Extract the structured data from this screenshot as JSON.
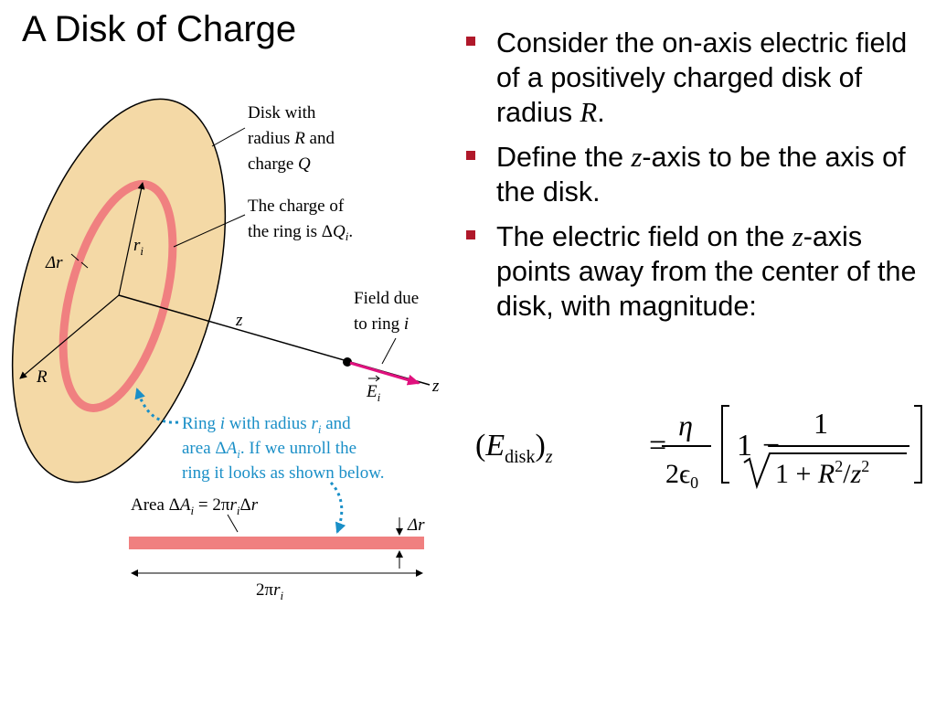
{
  "slide": {
    "title": "A Disk of Charge"
  },
  "bullets": [
    {
      "pre": "Consider the on-axis electric field of a positively charged disk of radius ",
      "var": "R",
      "post": "."
    },
    {
      "pre": "Define the ",
      "var": "z",
      "post": "-axis to be the axis of the disk."
    },
    {
      "pre": "The electric field on the ",
      "var": "z",
      "post": "-axis points away from the center of the disk, with magnitude:"
    }
  ],
  "figure": {
    "disk_label_1": "Disk with",
    "disk_label_2a": "radius ",
    "disk_label_2b": "R",
    "disk_label_2c": " and",
    "disk_label_3a": "charge ",
    "disk_label_3b": "Q",
    "ring_charge_1": "The charge of",
    "ring_charge_2a": "the ring is Δ",
    "ring_charge_2b": "Q",
    "ring_charge_2c": "i",
    "ring_charge_2d": ".",
    "field_due_1": "Field due",
    "field_due_2a": "to ring ",
    "field_due_2b": "i",
    "r_i": "r",
    "r_i_sub": "i",
    "delta_r": "Δr",
    "radius_R": "R",
    "z_label": "z",
    "E_label": "E",
    "E_sub": "i",
    "ring_desc_1a": "Ring ",
    "ring_desc_1b": "i",
    "ring_desc_1c": " with radius ",
    "ring_desc_1d": "r",
    "ring_desc_1e": "i",
    "ring_desc_1f": " and",
    "ring_desc_2a": "area Δ",
    "ring_desc_2b": "A",
    "ring_desc_2c": "i",
    "ring_desc_2d": ". If we unroll the",
    "ring_desc_3": "ring it looks as shown below.",
    "area_label_a": "Area Δ",
    "area_label_b": "A",
    "area_label_c": "i",
    "area_label_d": " = 2π",
    "area_label_e": "r",
    "area_label_f": "i",
    "area_label_g": "Δ",
    "area_label_h": "r",
    "strip_dr": "Δr",
    "strip_len_a": "2π",
    "strip_len_b": "r",
    "strip_len_c": "i"
  },
  "equation": {
    "lhs_E": "E",
    "lhs_sub": "disk",
    "lhs_z": "z",
    "eta": "η",
    "two_eps": "2ϵ",
    "eps_sub": "0",
    "one": "1",
    "minus": "−",
    "num": "1",
    "denom_a": "1 + ",
    "denom_R": "R",
    "denom_exp": "2",
    "denom_slash": "/",
    "denom_z": "z",
    "denom_exp2": "2"
  },
  "colors": {
    "disk_fill": "#f4d9a6",
    "ring": "#f08080",
    "field_arrow": "#e0117e",
    "annotation": "#1a8fc7",
    "bullet": "#b0182a"
  }
}
